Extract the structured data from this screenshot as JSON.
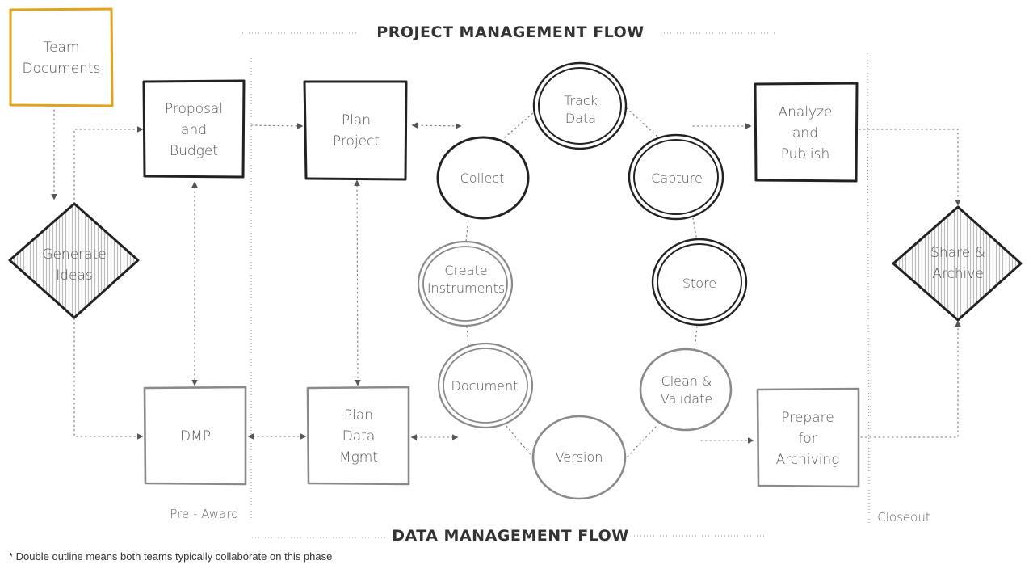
{
  "headings": {
    "top": "PROJECT  MANAGEMENT FLOW",
    "bottom": "DATA MANAGEMENT FLOW"
  },
  "phases": {
    "pre_award": "Pre - Award",
    "closeout": "Closeout"
  },
  "nodes": {
    "team_documents": [
      "Team",
      "Documents"
    ],
    "generate_ideas": [
      "Generate",
      "Ideas"
    ],
    "proposal_budget": [
      "Proposal",
      "and",
      "Budget"
    ],
    "dmp": [
      "DMP"
    ],
    "plan_project": [
      "Plan",
      "Project"
    ],
    "plan_data_mgmt": [
      "Plan",
      "Data",
      "Mgmt"
    ],
    "track_data": [
      "Track",
      "Data"
    ],
    "collect": [
      "Collect"
    ],
    "capture": [
      "Capture"
    ],
    "create_instruments": [
      "Create",
      "Instruments"
    ],
    "store": [
      "Store"
    ],
    "document": [
      "Document"
    ],
    "clean_validate": [
      "Clean &",
      "Validate"
    ],
    "version": [
      "Version"
    ],
    "analyze_publish": [
      "Analyze",
      "and",
      "Publish"
    ],
    "prepare_archiving": [
      "Prepare",
      "for",
      "Archiving"
    ],
    "share_archive": [
      "Share &",
      "Archive"
    ]
  },
  "footnote": "* Double outline means both teams typically collaborate on this phase",
  "colors": {
    "highlight": "#e0a31a",
    "project_stroke": "#222222",
    "data_stroke": "#8a8a8a",
    "text": "#555555"
  }
}
